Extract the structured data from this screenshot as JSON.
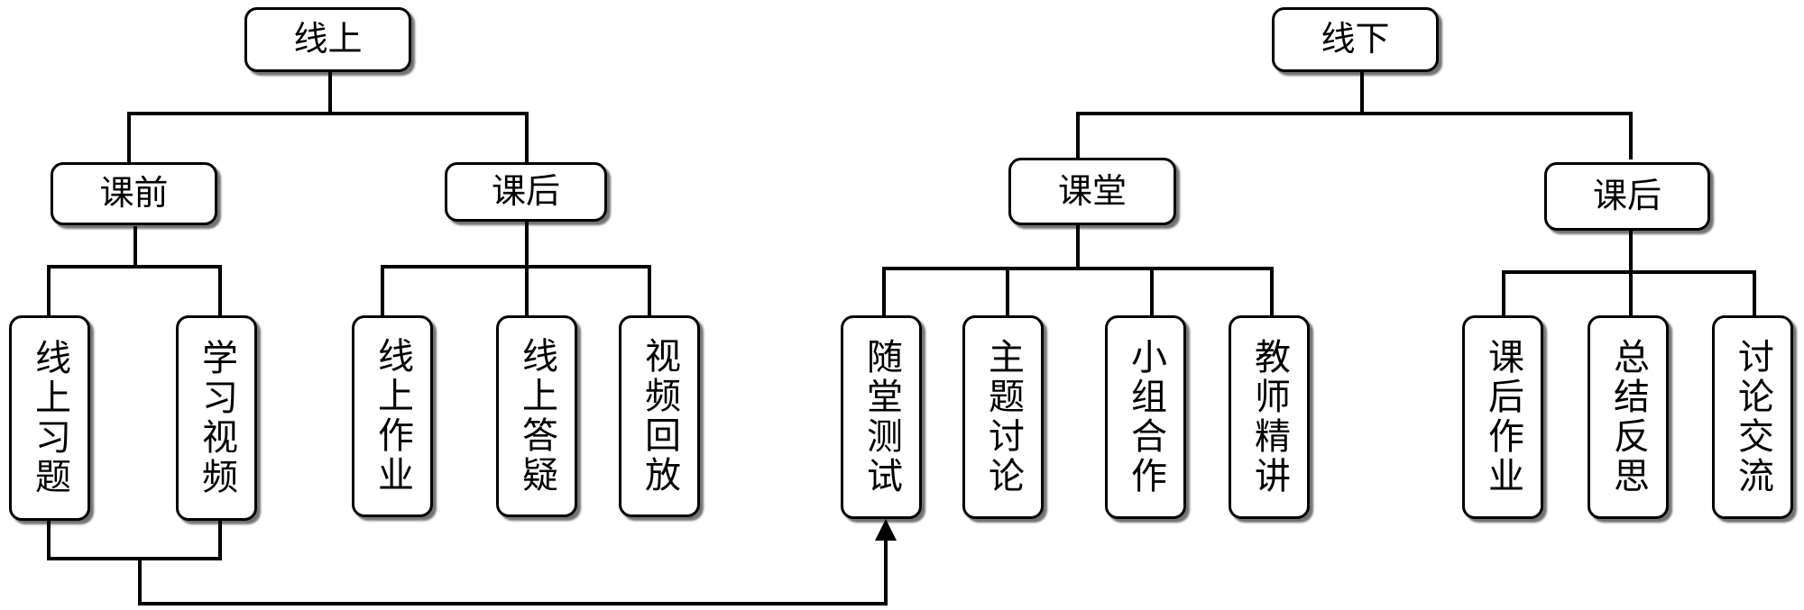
{
  "online": {
    "title": "线上",
    "pre_class": {
      "label": "课前",
      "items": [
        "线上习题",
        "学习视频"
      ]
    },
    "after_class": {
      "label": "课后",
      "items": [
        "线上作业",
        "线上答疑",
        "视频回放"
      ]
    }
  },
  "offline": {
    "title": "线下",
    "classroom": {
      "label": "课堂",
      "items": [
        "随堂测试",
        "主题讨论",
        "小组合作",
        "教师精讲"
      ]
    },
    "after_class": {
      "label": "课后",
      "items": [
        "课后作业",
        "总结反思",
        "讨论交流"
      ]
    }
  }
}
